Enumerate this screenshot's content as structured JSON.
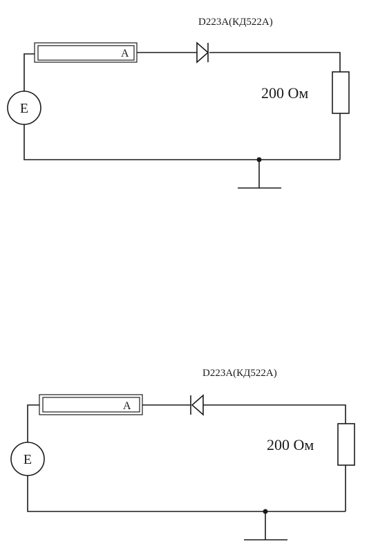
{
  "circuits": [
    {
      "source_label": "E",
      "ammeter_label": "A",
      "diode_label": "D223A(КД522А)",
      "resistor_label": "200 Ом",
      "diode_orientation": "forward"
    },
    {
      "source_label": "E",
      "ammeter_label": "A",
      "diode_label": "D223A(КД522А)",
      "resistor_label": "200 Ом",
      "diode_orientation": "reverse"
    }
  ]
}
